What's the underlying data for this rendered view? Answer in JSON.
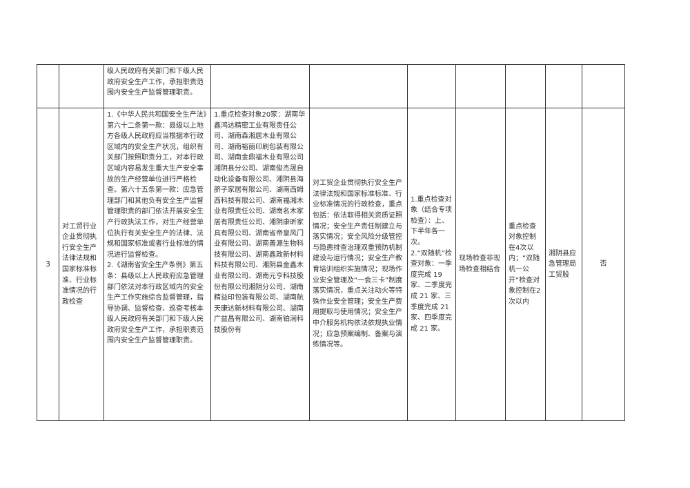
{
  "rows": [
    {
      "basis": "级人民政府有关部门和下级人民政府安全生产工作，承担职责范围内安全生产监督管理职责。"
    },
    {
      "number": "3",
      "item": "对工贸行业企业贯彻执行安全生产法律法规和国家标准标准、行业标准情况的行政检查",
      "basis": "1.《中华人民共和国安全生产法》第六十二条第一款：县级以上地方各级人民政府应当根据本行政区域内的安全生产状况，组织有关部门按照职责分工，对本行政区域内容易发生重大生产安全事故的生产经营单位进行严格检查。第六十五条第一款：应急管理部门和其他负有安全生产监督管理职责的部门依法开展安全生产行政执法工作，对生产经营单位执行有关安全生产的法律、法规和国家标准或者行业标准的情况进行监督检查。\n2.《湖南省安全生产条例》第五条：县级以上人民政府应急管理部门依法对本行政区域内的安全生产工作实施综合监督管理，指导协调、监督检查、巡查考核本级人民政府有关部门和下级人民政府安全生产工作，承担职责范围内安全生产监督管理职责。",
      "objects": "1.重点检查对象20家：湖南华鑫鸿达精密工业有限责任公司、湖南森湘居木业有限公司、湖南裕丽印刷包装有限公司、湖南金鼎福木业有限公司湘阴县分公司、湖南俊杰晟自动化设备有限公司、湘阴县海脐子家居有限公司、湖南西姆西科技有限公司、湖南福湘木业有限责任公司、湖南名木家居有限责任公司、湘阴康昕家具有限公司、湖南省帝皇风门业有限公司、湖南善源生物科技有限公司、湖南鑫政新材料科技有限公司、湘阴县金鑫木业有限公司、湖南元亨科技股份有限公司湘阴分公司、湖南精益印包装有限公司、湖南航天康达新材料有限公司、湖南广益昌有限公司、湖南铂润科技股份有",
      "content": "对工贸企业贯彻执行安全生产法律法规和国家标准标准、行业标准情况的行政检查，重点包括：依法取得相关资质证照情况；安全生产责任制建立与落实情况；安全风险分级管控与隐患排查治理双重预防机制建设与运行情况；安全生产教育培训组织实施情况；现场作业安全管理及“一会三卡”制度落实情况，重点关注动火等特殊作业安全管理；安全生产费用提取与使用情况；安全生产中介服务机构依法依规执业情况；应急预案编制、备案与演练情况等。",
      "frequency": "1.重点检查对象（结合专项检查）：上、下半年各一次。\n2.“双随机”检查对象：一季度完成 19 家、二季度完成 21 家、三季度完成 21 家、四季度完成 21 家。",
      "method": "现场检查非现场检查相结合",
      "limit": "重点检查对象控制在4次以内；“双随机一公开”检查对象控制在2次以内",
      "department": "湘阴县应急管理局工贸股",
      "joint": "否"
    }
  ]
}
